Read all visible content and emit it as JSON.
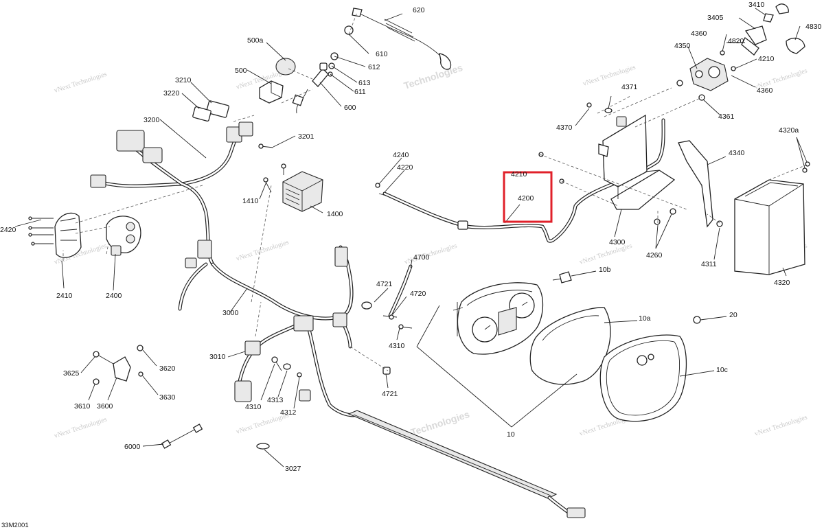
{
  "diagram": {
    "code": "33M2001",
    "watermark_line1": "vNext Technologies",
    "watermark_line2": "Technologies",
    "highlighted_part": "4200"
  },
  "labels": [
    {
      "id": "l620",
      "text": "620"
    },
    {
      "id": "l500a",
      "text": "500a"
    },
    {
      "id": "l610",
      "text": "610"
    },
    {
      "id": "l500",
      "text": "500"
    },
    {
      "id": "l612",
      "text": "612"
    },
    {
      "id": "l613",
      "text": "613"
    },
    {
      "id": "l611",
      "text": "611"
    },
    {
      "id": "l600",
      "text": "600"
    },
    {
      "id": "l3210",
      "text": "3210"
    },
    {
      "id": "l3220",
      "text": "3220"
    },
    {
      "id": "l3200",
      "text": "3200"
    },
    {
      "id": "l3201",
      "text": "3201"
    },
    {
      "id": "l1410",
      "text": "1410"
    },
    {
      "id": "l1400",
      "text": "1400"
    },
    {
      "id": "l2420",
      "text": "2420"
    },
    {
      "id": "l2410",
      "text": "2410"
    },
    {
      "id": "l2400",
      "text": "2400"
    },
    {
      "id": "l3000",
      "text": "3000"
    },
    {
      "id": "l3010",
      "text": "3010"
    },
    {
      "id": "l3625",
      "text": "3625"
    },
    {
      "id": "l3620",
      "text": "3620"
    },
    {
      "id": "l3610",
      "text": "3610"
    },
    {
      "id": "l3600",
      "text": "3600"
    },
    {
      "id": "l3630",
      "text": "3630"
    },
    {
      "id": "l4310a",
      "text": "4310"
    },
    {
      "id": "l4313",
      "text": "4313"
    },
    {
      "id": "l4312",
      "text": "4312"
    },
    {
      "id": "l6000",
      "text": "6000"
    },
    {
      "id": "l3027",
      "text": "3027"
    },
    {
      "id": "l4240",
      "text": "4240"
    },
    {
      "id": "l4220",
      "text": "4220"
    },
    {
      "id": "l4210",
      "text": "4210"
    },
    {
      "id": "l4200",
      "text": "4200"
    },
    {
      "id": "l4700",
      "text": "4700"
    },
    {
      "id": "l4721a",
      "text": "4721"
    },
    {
      "id": "l4720",
      "text": "4720"
    },
    {
      "id": "l4310b",
      "text": "4310"
    },
    {
      "id": "l4721b",
      "text": "4721"
    },
    {
      "id": "l10b",
      "text": "10b"
    },
    {
      "id": "l10a",
      "text": "10a"
    },
    {
      "id": "l10c",
      "text": "10c"
    },
    {
      "id": "l10",
      "text": "10"
    },
    {
      "id": "l20",
      "text": "20"
    },
    {
      "id": "l4370",
      "text": "4370"
    },
    {
      "id": "l4371",
      "text": "4371"
    },
    {
      "id": "l4300",
      "text": "4300"
    },
    {
      "id": "l4260",
      "text": "4260"
    },
    {
      "id": "l4340",
      "text": "4340"
    },
    {
      "id": "l4311",
      "text": "4311"
    },
    {
      "id": "l4320a",
      "text": "4320a"
    },
    {
      "id": "l4320",
      "text": "4320"
    },
    {
      "id": "l3410",
      "text": "3410"
    },
    {
      "id": "l4830",
      "text": "4830"
    },
    {
      "id": "l3405",
      "text": "3405"
    },
    {
      "id": "l4360a",
      "text": "4360"
    },
    {
      "id": "l4820",
      "text": "4820"
    },
    {
      "id": "l4350",
      "text": "4350"
    },
    {
      "id": "l4210b",
      "text": "4210"
    },
    {
      "id": "l4360b",
      "text": "4360"
    },
    {
      "id": "l4361",
      "text": "4361"
    }
  ]
}
